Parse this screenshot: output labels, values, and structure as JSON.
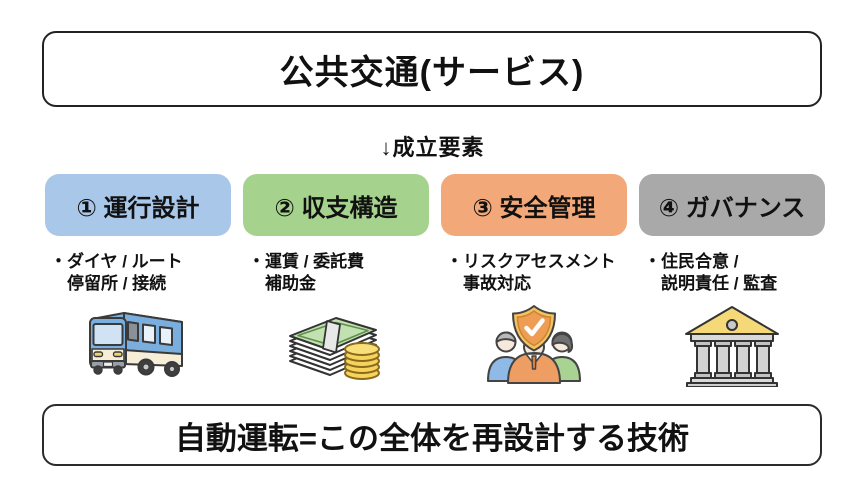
{
  "page": {
    "background": "#ffffff",
    "text_color": "#111111",
    "border_color": "#222222"
  },
  "header": {
    "title": "公共交通(サービス)"
  },
  "arrow_label": {
    "text": "↓成立要素"
  },
  "columns": [
    {
      "label": "① 運行設計",
      "fill": "#A9C7E8",
      "bullet_line1": "・ダイヤ / ルート",
      "bullet_line2": "停留所 / 接続",
      "icon": "bus-icon"
    },
    {
      "label": "② 収支構造",
      "fill": "#A5D28D",
      "bullet_line1": "・運賃 / 委託費",
      "bullet_line2": "補助金",
      "icon": "money-icon"
    },
    {
      "label": "③ 安全管理",
      "fill": "#F2A878",
      "bullet_line1": "・リスクアセスメント",
      "bullet_line2": "事故対応",
      "icon": "people-shield-icon"
    },
    {
      "label": "④ ガバナンス",
      "fill": "#A9A9A9",
      "bullet_line1": "・住民合意 /",
      "bullet_line2": "説明責任 / 監査",
      "icon": "bank-icon"
    }
  ],
  "footer": {
    "text": "自動運転=この全体を再設計する技術"
  }
}
